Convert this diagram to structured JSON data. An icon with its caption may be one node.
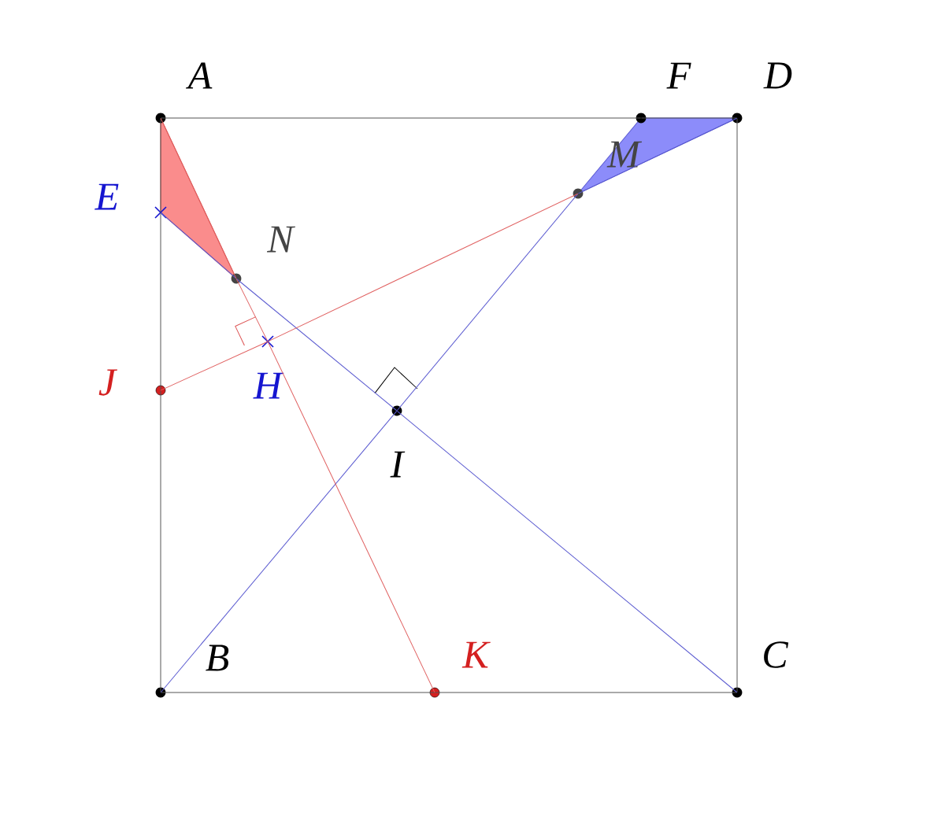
{
  "diagram": {
    "nodes": [
      {
        "text": [
          "A"
        ]
      },
      {
        "text": [
          "F"
        ]
      },
      {
        "text": [
          "D"
        ]
      },
      {
        "text": [
          "E"
        ]
      },
      {
        "text": [
          "N"
        ]
      },
      {
        "text": [
          "M"
        ]
      },
      {
        "text": [
          "J"
        ]
      },
      {
        "text": [
          "H"
        ]
      },
      {
        "text": [
          "I"
        ]
      },
      {
        "text": [
          "B"
        ]
      },
      {
        "text": [
          "K"
        ]
      },
      {
        "text": [
          "C"
        ]
      }
    ],
    "edges": [
      {
        "from": 0,
        "to": 1,
        "arrow": "none"
      },
      {
        "from": 1,
        "to": 2,
        "arrow": "none"
      },
      {
        "from": 2,
        "to": 11,
        "arrow": "none"
      },
      {
        "from": 11,
        "to": 10,
        "arrow": "none"
      },
      {
        "from": 10,
        "to": 9,
        "arrow": "none"
      },
      {
        "from": 9,
        "to": 6,
        "arrow": "none"
      },
      {
        "from": 6,
        "to": 3,
        "arrow": "none"
      },
      {
        "from": 3,
        "to": 0,
        "arrow": "none"
      },
      {
        "from": 3,
        "to": 4,
        "arrow": "none",
        "color": "#5a5ad0"
      },
      {
        "from": 4,
        "to": 8,
        "arrow": "none",
        "color": "#5a5ad0"
      },
      {
        "from": 8,
        "to": 11,
        "arrow": "none",
        "color": "#5a5ad0"
      },
      {
        "from": 9,
        "to": 8,
        "arrow": "none",
        "color": "#5a5ad0"
      },
      {
        "from": 8,
        "to": 5,
        "arrow": "none",
        "color": "#5a5ad0"
      },
      {
        "from": 5,
        "to": 2,
        "arrow": "none",
        "color": "#5a5ad0"
      },
      {
        "from": 0,
        "to": 4,
        "arrow": "none",
        "color": "#e06060"
      },
      {
        "from": 4,
        "to": 7,
        "arrow": "none",
        "color": "#e06060"
      },
      {
        "from": 7,
        "to": 10,
        "arrow": "none",
        "color": "#e06060"
      },
      {
        "from": 6,
        "to": 7,
        "arrow": "none",
        "color": "#e06060"
      },
      {
        "from": 7,
        "to": 5,
        "arrow": "none",
        "color": "#e06060"
      }
    ]
  }
}
